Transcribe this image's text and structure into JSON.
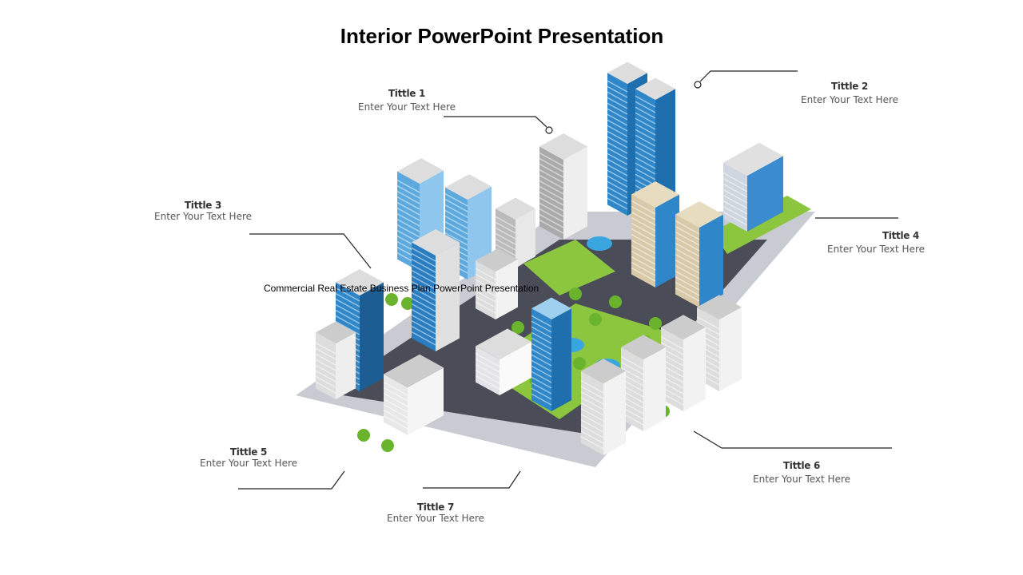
{
  "slide": {
    "title": "Interior PowerPoint Presentation",
    "caption": "Commercial Real Estate Business Plan PowerPoint Presentation",
    "callouts": [
      {
        "title": "Tittle 1",
        "text": "Enter Your Text Here"
      },
      {
        "title": "Tittle 2",
        "text": "Enter Your Text Here"
      },
      {
        "title": "Tittle 3",
        "text": "Enter Your Text Here"
      },
      {
        "title": "Tittle 4",
        "text": "Enter Your Text Here"
      },
      {
        "title": "Tittle 5",
        "text": "Enter Your Text Here"
      },
      {
        "title": "Tittle 6",
        "text": "Enter Your Text Here"
      },
      {
        "title": "Tittle 7",
        "text": "Enter Your Text Here"
      }
    ]
  },
  "colors": {
    "glass": "#2f86c8",
    "grass": "#8cc63f",
    "road": "#4a4d57",
    "concrete": "#e6e6e6",
    "line": "#222222"
  }
}
